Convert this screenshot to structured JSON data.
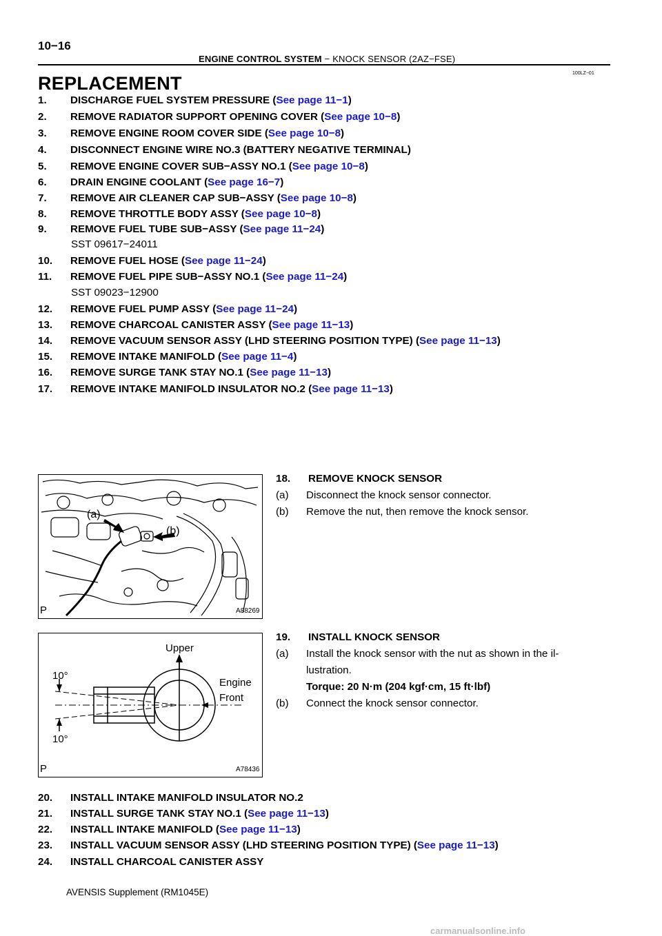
{
  "page": {
    "number": "10−16",
    "running_header": {
      "section": "ENGINE CONTROL SYSTEM",
      "separator": " − ",
      "topic": "KNOCK SENSOR (2AZ−FSE)"
    },
    "doc_code": "100LZ−01",
    "title": "REPLACEMENT",
    "footer": "AVENSIS Supplement (RM1045E)",
    "watermark": "carmanualsonline.info",
    "link_color": "#1a1acc"
  },
  "steps": [
    {
      "num": "1.",
      "text": "DISCHARGE FUEL SYSTEM PRESSURE (",
      "link": "See page 11−1",
      "after": ")"
    },
    {
      "num": "2.",
      "text": "REMOVE RADIATOR SUPPORT OPENING COVER (",
      "link": "See page 10−8",
      "after": ")"
    },
    {
      "num": "3.",
      "text": "REMOVE ENGINE ROOM COVER SIDE (",
      "link": "See page 10−8",
      "after": ")"
    },
    {
      "num": "4.",
      "text": "DISCONNECT ENGINE WIRE NO.3 (BATTERY NEGATIVE TERMINAL)",
      "link": "",
      "after": ""
    },
    {
      "num": "5.",
      "text": "REMOVE ENGINE COVER SUB−ASSY NO.1 (",
      "link": "See page 10−8",
      "after": ")"
    },
    {
      "num": "6.",
      "text": "DRAIN ENGINE COOLANT (",
      "link": "See page 16−7",
      "after": ")"
    },
    {
      "num": "7.",
      "text": "REMOVE AIR CLEANER CAP SUB−ASSY (",
      "link": "See page 10−8",
      "after": ")"
    },
    {
      "num": "8.",
      "text": "REMOVE THROTTLE BODY ASSY (",
      "link": "See page 10−8",
      "after": ")"
    },
    {
      "num": "9.",
      "text": "REMOVE FUEL TUBE SUB−ASSY (",
      "link": "See page 11−24",
      "after": ")"
    },
    {
      "num": "10.",
      "text": "REMOVE FUEL HOSE (",
      "link": "See page 11−24",
      "after": ")"
    },
    {
      "num": "11.",
      "text": "REMOVE FUEL PIPE SUB−ASSY NO.1 (",
      "link": "See page 11−24",
      "after": ")"
    },
    {
      "num": "12.",
      "text": "REMOVE FUEL PUMP ASSY (",
      "link": "See page 11−24",
      "after": ")"
    },
    {
      "num": "13.",
      "text": "REMOVE CHARCOAL CANISTER ASSY (",
      "link": "See page 11−13",
      "after": ")"
    },
    {
      "num": "14.",
      "text": "REMOVE VACUUM SENSOR ASSY (LHD STEERING POSITION TYPE) (",
      "link": "See page 11−13",
      "after": ")"
    },
    {
      "num": "15.",
      "text": "REMOVE INTAKE MANIFOLD (",
      "link": "See page 11−4",
      "after": ")"
    },
    {
      "num": "16.",
      "text": "REMOVE SURGE TANK STAY NO.1 (",
      "link": "See page 11−13",
      "after": ")"
    },
    {
      "num": "17.",
      "text": "REMOVE INTAKE MANIFOLD INSULATOR NO.2 (",
      "link": "See page 11−13",
      "after": ")"
    }
  ],
  "sst_notes": {
    "after_step_9": "SST  09617−24011",
    "after_step_11": "SST  09023−12900"
  },
  "step18": {
    "num": "18.",
    "title": "REMOVE KNOCK SENSOR",
    "subs": [
      {
        "num": "(a)",
        "text": "Disconnect the knock sensor connector."
      },
      {
        "num": "(b)",
        "text": "Remove the nut, then remove the knock sensor."
      }
    ],
    "figure": {
      "p": "P",
      "code": "A88269",
      "label_a": "(a)",
      "label_b": "(b)"
    }
  },
  "step19": {
    "num": "19.",
    "title": "INSTALL KNOCK SENSOR",
    "sub_a_num": "(a)",
    "sub_a_line1": "Install the knock sensor with the nut as shown in the il-",
    "sub_a_line2": "lustration.",
    "torque": "Torque: 20 N·m (204 kgf·cm, 15 ft·lbf)",
    "sub_b_num": "(b)",
    "sub_b_text": "Connect the knock sensor connector.",
    "figure": {
      "p": "P",
      "code": "A78436",
      "upper": "Upper",
      "engine": "Engine",
      "front": "Front",
      "angle_top": "10°",
      "angle_bottom": "10°"
    }
  },
  "steps_after": [
    {
      "num": "20.",
      "text": "INSTALL INTAKE MANIFOLD INSULATOR NO.2",
      "link": "",
      "after": ""
    },
    {
      "num": "21.",
      "text": "INSTALL SURGE TANK STAY NO.1 (",
      "link": "See page 11−13",
      "after": ")"
    },
    {
      "num": "22.",
      "text": "INSTALL INTAKE MANIFOLD (",
      "link": "See page 11−13",
      "after": ")"
    },
    {
      "num": "23.",
      "text": "INSTALL VACUUM SENSOR ASSY (LHD STEERING POSITION TYPE) (",
      "link": "See page 11−13",
      "after": ")"
    },
    {
      "num": "24.",
      "text": "INSTALL CHARCOAL CANISTER ASSY",
      "link": "",
      "after": ""
    }
  ]
}
